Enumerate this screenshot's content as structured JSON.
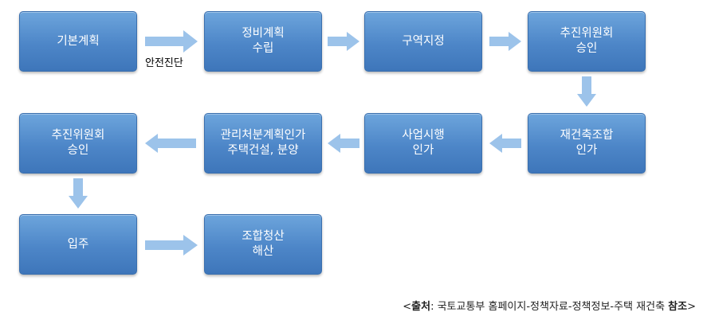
{
  "steps": [
    {
      "id": "s1",
      "text": "기본계획"
    },
    {
      "id": "s2",
      "text": "정비계획\n수립"
    },
    {
      "id": "s3",
      "text": "구역지정"
    },
    {
      "id": "s4",
      "text": "추진위원회\n승인"
    },
    {
      "id": "s5",
      "text": "재건축조합\n인가"
    },
    {
      "id": "s6",
      "text": "사업시행\n인가"
    },
    {
      "id": "s7",
      "text": "관리처분계획인가\n주택건설, 분양"
    },
    {
      "id": "s8",
      "text": "추진위원회\n승인"
    },
    {
      "id": "s9",
      "text": "입주"
    },
    {
      "id": "s10",
      "text": "조합청산\n해산"
    }
  ],
  "edge_labels": {
    "s1_s2": "안전진단"
  },
  "source": {
    "prefix": "<",
    "bold_label": "출처",
    "text": ": 국토교통부 홈페이지-정책자료-정책정보-주택 재건축 ",
    "bold_suffix": "참조",
    "suffix": ">"
  },
  "colors": {
    "box": "#4d86c8",
    "arrow": "#9cc3ea"
  }
}
